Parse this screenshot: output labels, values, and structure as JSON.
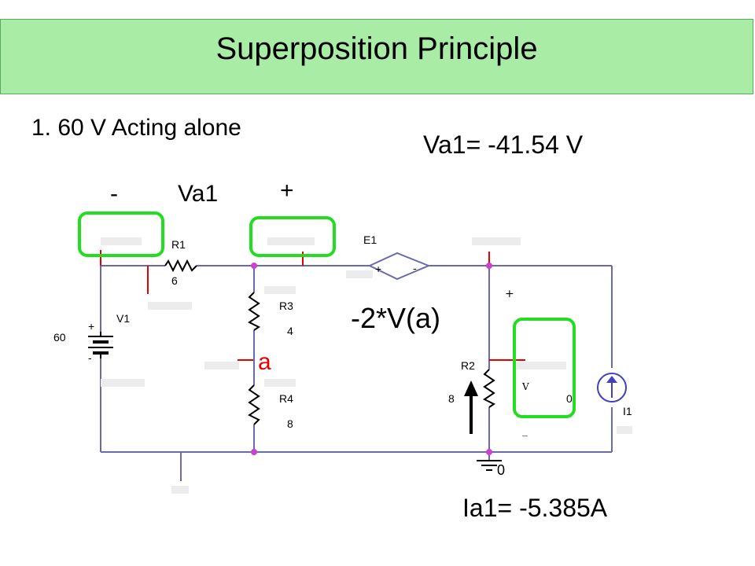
{
  "title": "Superposition Principle",
  "heading": "1.   60 V Acting alone",
  "results": {
    "va1": "Va1= -41.54 V",
    "ia1": "Ia1= -5.385A"
  },
  "annotations": {
    "minus_sign": "-",
    "va1_label": "Va1",
    "plus_sign": "+",
    "dependent_source_expr": "-2*V(a)",
    "node_a": "a"
  },
  "circuit": {
    "v1": {
      "name": "V1",
      "value": "60",
      "plus": "+",
      "minus": "-"
    },
    "r1": {
      "name": "R1",
      "value": "6"
    },
    "r3": {
      "name": "R3",
      "value": "4"
    },
    "r4": {
      "name": "R4",
      "value": "8"
    },
    "r2": {
      "name": "R2",
      "value": "8"
    },
    "e1": {
      "name": "E1",
      "plus": "+",
      "minus": "-"
    },
    "i1": {
      "name": "I1",
      "value": "0"
    },
    "ground": {
      "value": "0"
    },
    "voltmeter": {
      "plus": "+",
      "v": "V",
      "minus": "_"
    }
  },
  "colors": {
    "title_bg": "#a8eca6",
    "highlight": "#22dd22",
    "wire": "#6a6aaa",
    "probe": "#e60000",
    "node_dot": "#d040d0",
    "current_source": "#4040c0"
  }
}
